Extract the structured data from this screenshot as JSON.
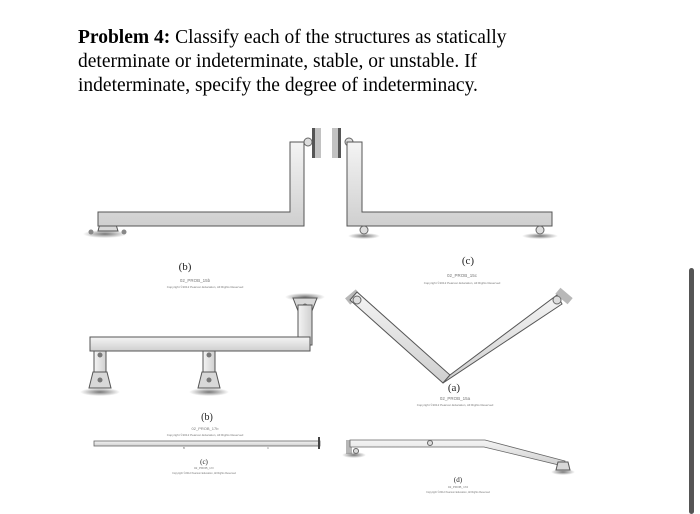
{
  "problem": {
    "number_label": "Problem 4:",
    "text": "Classify each of the structures as statically determinate or indeterminate, stable, or unstable. If indeterminate, specify the degree of indeterminacy."
  },
  "figures": {
    "b_top": {
      "label": "(b)",
      "code": "02_PROB_15b",
      "copyright": "Copyright ©2012 Pearson Education, All Rights Reserved"
    },
    "c": {
      "label": "(c)",
      "code": "02_PROB_15c",
      "copyright": "Copyright ©2012 Pearson Education, All Rights Reserved"
    },
    "a": {
      "label": "(a)",
      "code": "02_PROB_15a",
      "copyright": "Copyright ©2012 Pearson Education, All Rights Reserved"
    },
    "b_bottom": {
      "label": "(b)",
      "code": "02_PROB_17b",
      "copyright": "Copyright ©2012 Pearson Education, All Rights Reserved"
    },
    "c_bottom": {
      "label": "(c)",
      "code": "02_PROB_17c",
      "copyright": "Copyright ©2012 Pearson Education, All Rights Reserved"
    },
    "d": {
      "label": "(d)",
      "code": "02_PROB_17d",
      "copyright": "Copyright ©2012 Pearson Education, All Rights Reserved"
    }
  },
  "colors": {
    "member_fill": "#e8e8e8",
    "member_stroke": "#555555",
    "ground": "#888888"
  }
}
